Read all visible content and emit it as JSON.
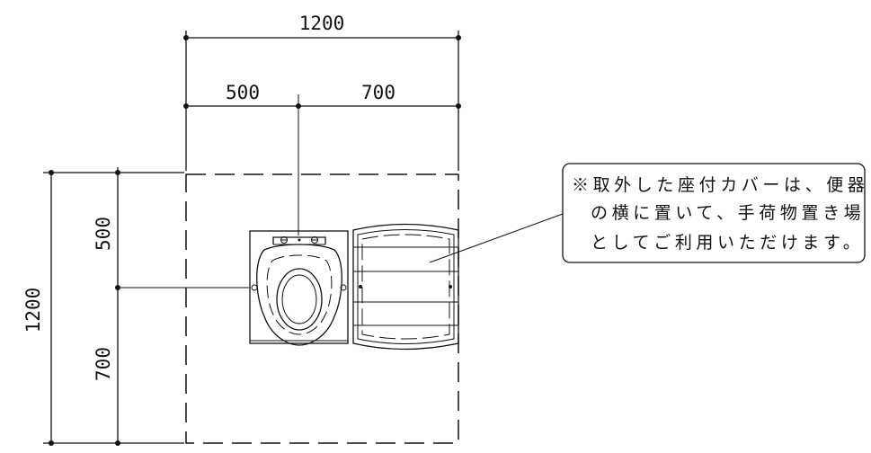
{
  "dimensions": {
    "top_total": "1200",
    "top_left": "500",
    "top_right": "700",
    "side_total": "1200",
    "side_top": "500",
    "side_bottom": "700"
  },
  "note": {
    "lines": [
      "※取外した座付カバーは、便器",
      "の横に置いて、手荷物置き場",
      "としてご利用いただけます。"
    ]
  }
}
